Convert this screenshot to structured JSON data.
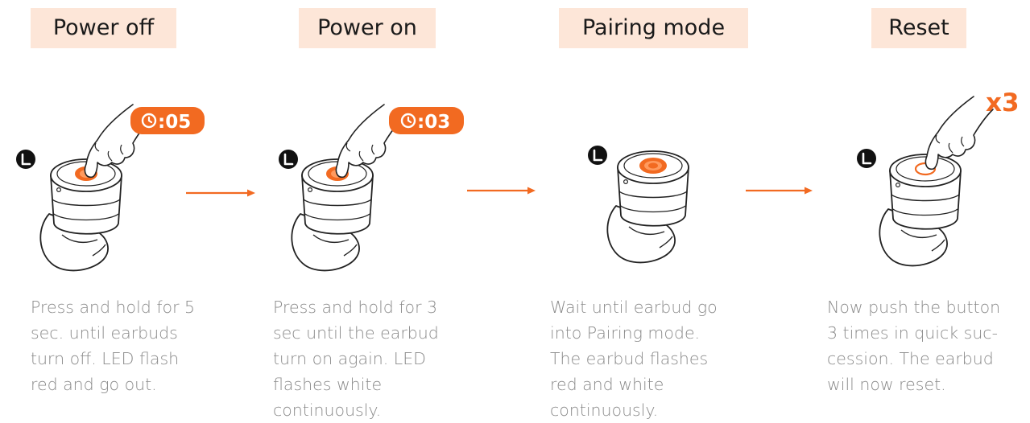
{
  "steps": [
    {
      "title": "Power off",
      "timer": ":05",
      "side_label": "L",
      "description": [
        "Press and hold for 5",
        "sec. until earbuds",
        "turn off. LED flash",
        "red and go out."
      ]
    },
    {
      "title": "Power on",
      "timer": ":03",
      "side_label": "L",
      "description": [
        "Press and hold for 3",
        "sec until the earbud",
        "turn on again. LED",
        "flashes white",
        "continuously."
      ]
    },
    {
      "title": "Pairing mode",
      "side_label": "L",
      "description": [
        "Wait until earbud go",
        "into Pairing mode.",
        "The earbud flashes",
        "red and white",
        "continuously."
      ]
    },
    {
      "title": "Reset",
      "press_count": "x3",
      "side_label": "L",
      "description": [
        "Now push the button",
        "3 times in quick suc-",
        "cession. The earbud",
        "will now reset."
      ]
    }
  ],
  "colors": {
    "accent": "#f26a21",
    "title_bg": "#fde6d8",
    "description_text": "#8a8a8a"
  }
}
